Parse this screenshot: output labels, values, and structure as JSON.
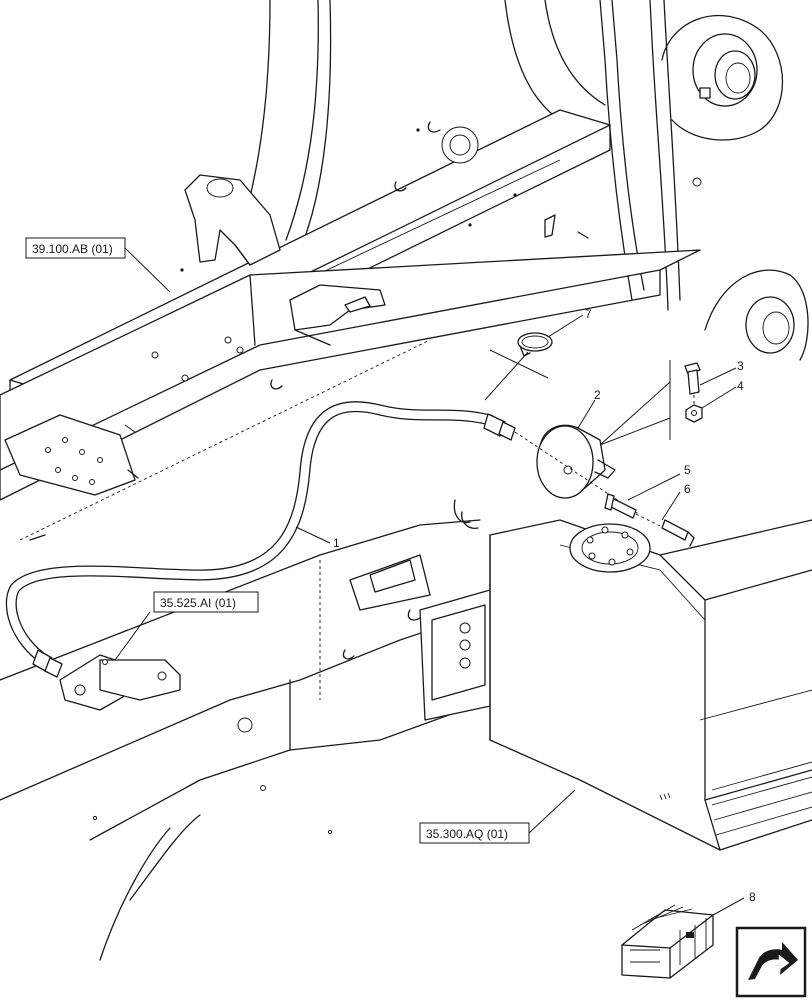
{
  "references": {
    "ref_39_100": "39.100.AB (01)",
    "ref_35_525": "35.525.AI (01)",
    "ref_35_300": "35.300.AQ (01)"
  },
  "callouts": {
    "c1": "1",
    "c2": "2",
    "c3": "3",
    "c4": "4",
    "c5": "5",
    "c6": "6",
    "c7": "7",
    "c8": "8"
  },
  "icons": {
    "kit": "kit-box-icon",
    "next": "next-page-arrow-icon"
  }
}
